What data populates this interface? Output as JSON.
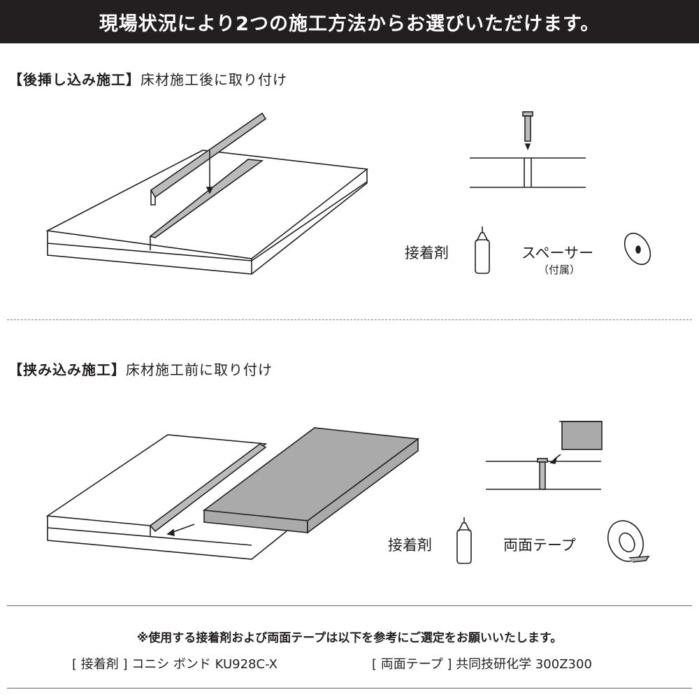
{
  "banner": "現場状況により2つの施工方法からお選びいただけます。",
  "section1": {
    "title_bold": "【後挿し込み施工】",
    "title_rest": "床材施工後に取り付け",
    "adhesive_label": "接着剤",
    "spacer_label": "スペーサー",
    "spacer_note": "（付属）"
  },
  "section2": {
    "title_bold": "【挟み込み施工】",
    "title_rest": "床材施工前に取り付け",
    "adhesive_label": "接着剤",
    "tape_label": "両面テープ"
  },
  "footer": {
    "note": "※使用する接着剤および両面テープは以下を参考にご選定をお願いいたします。",
    "adhesive_ref": "[ 接着剤 ] コニシ ボンド KU928C-X",
    "tape_ref": "[ 両面テープ ] 共同技研化学 300Z300"
  }
}
